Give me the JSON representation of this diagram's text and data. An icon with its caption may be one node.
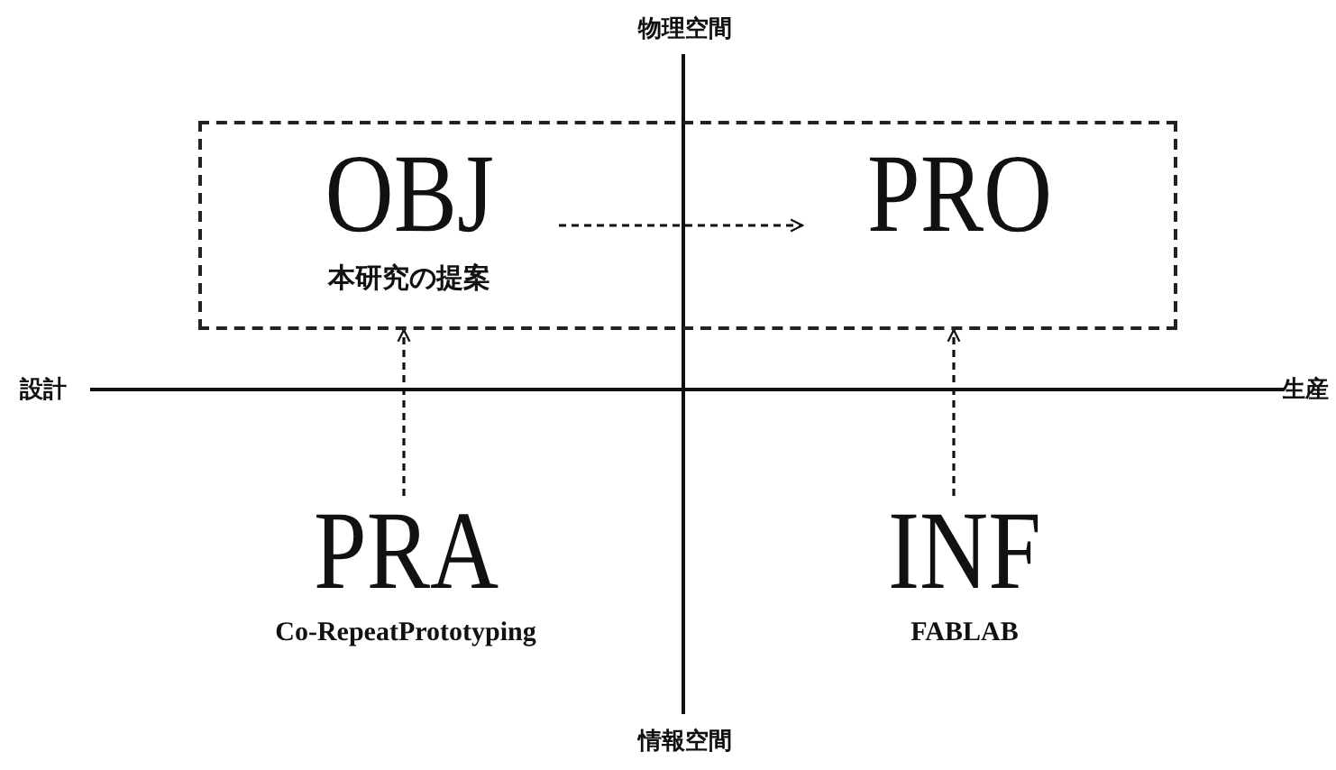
{
  "diagram": {
    "nodes": [
      {
        "text": [],
        "shape": "box"
      },
      {
        "text": [
          "OBJ",
          "本研究の提案"
        ],
        "in": 0
      },
      {
        "text": [
          "PRO"
        ],
        "in": 0
      },
      {
        "text": [
          "PRA",
          "Co-RepeatPrototyping"
        ]
      },
      {
        "text": [
          "INF",
          "FABLAB"
        ]
      }
    ],
    "edges": [
      {
        "from": 1,
        "to": 2,
        "arrow": "to",
        "style": "dashed"
      },
      {
        "from": 3,
        "to": 1,
        "arrow": "to",
        "style": "dashed"
      },
      {
        "from": 4,
        "to": 2,
        "arrow": "to",
        "style": "dashed"
      }
    ],
    "labels": [
      "物理空間",
      "設計",
      "生産",
      "情報空間"
    ]
  }
}
